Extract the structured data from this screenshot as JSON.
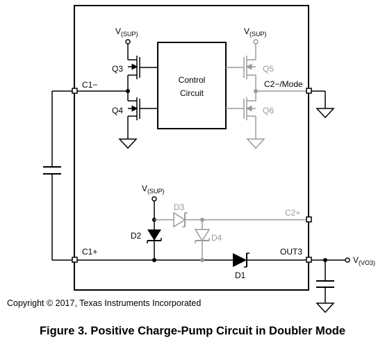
{
  "labels": {
    "vsup_left": "V",
    "vsup_left_sub": "(SUP)",
    "vsup_right": "V",
    "vsup_right_sub": "(SUP)",
    "vsup_d2": "V",
    "vsup_d2_sub": "(SUP)",
    "q3": "Q3",
    "q4": "Q4",
    "q5": "Q5",
    "q6": "Q6",
    "control_line1": "Control",
    "control_line2": "Circuit",
    "c1_minus": "C1−",
    "c2_mode": "C2−/Mode",
    "c2_plus": "C2+",
    "c1_plus": "C1+",
    "out3": "OUT3",
    "vvo3": "V",
    "vvo3_sub": "(VO3)",
    "d1": "D1",
    "d2": "D2",
    "d3": "D3",
    "d4": "D4"
  },
  "copyright": "Copyright © 2017, Texas Instruments Incorporated",
  "caption": "Figure 3. Positive Charge-Pump Circuit in Doubler Mode",
  "colors": {
    "active": "#000000",
    "inactive": "#9a9a9a"
  }
}
